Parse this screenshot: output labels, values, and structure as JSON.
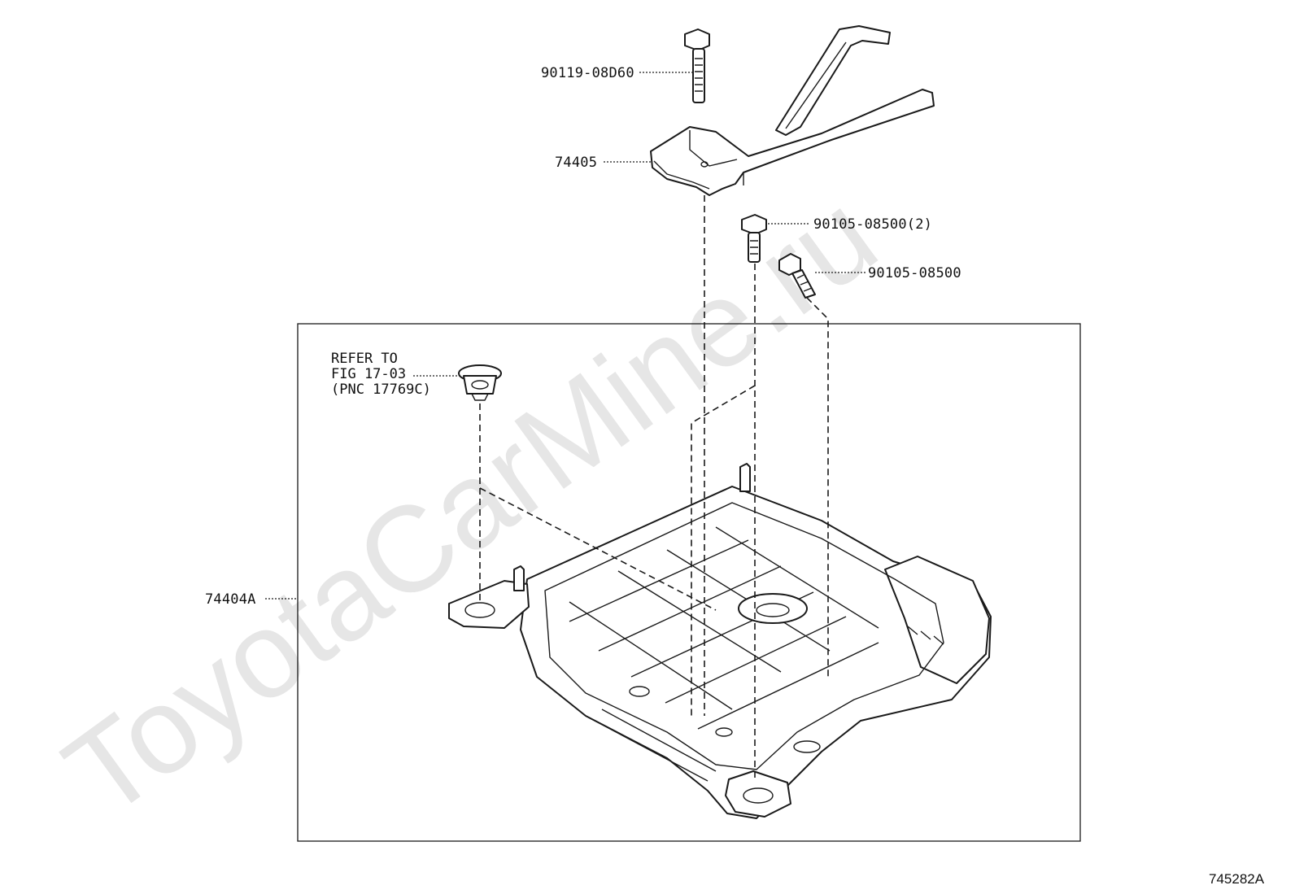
{
  "watermark": "ToyotaCarMine.ru",
  "figure_id": "745282A",
  "callouts": {
    "bolt_top": "90119-08D60",
    "bracket": "74405",
    "bolt_pair": "90105-08500(2)",
    "bolt_single": "90105-08500",
    "tray": "74404A"
  },
  "reference": {
    "line1": "REFER TO",
    "line2": "FIG 17-03",
    "line3": "(PNC 17769C)"
  }
}
